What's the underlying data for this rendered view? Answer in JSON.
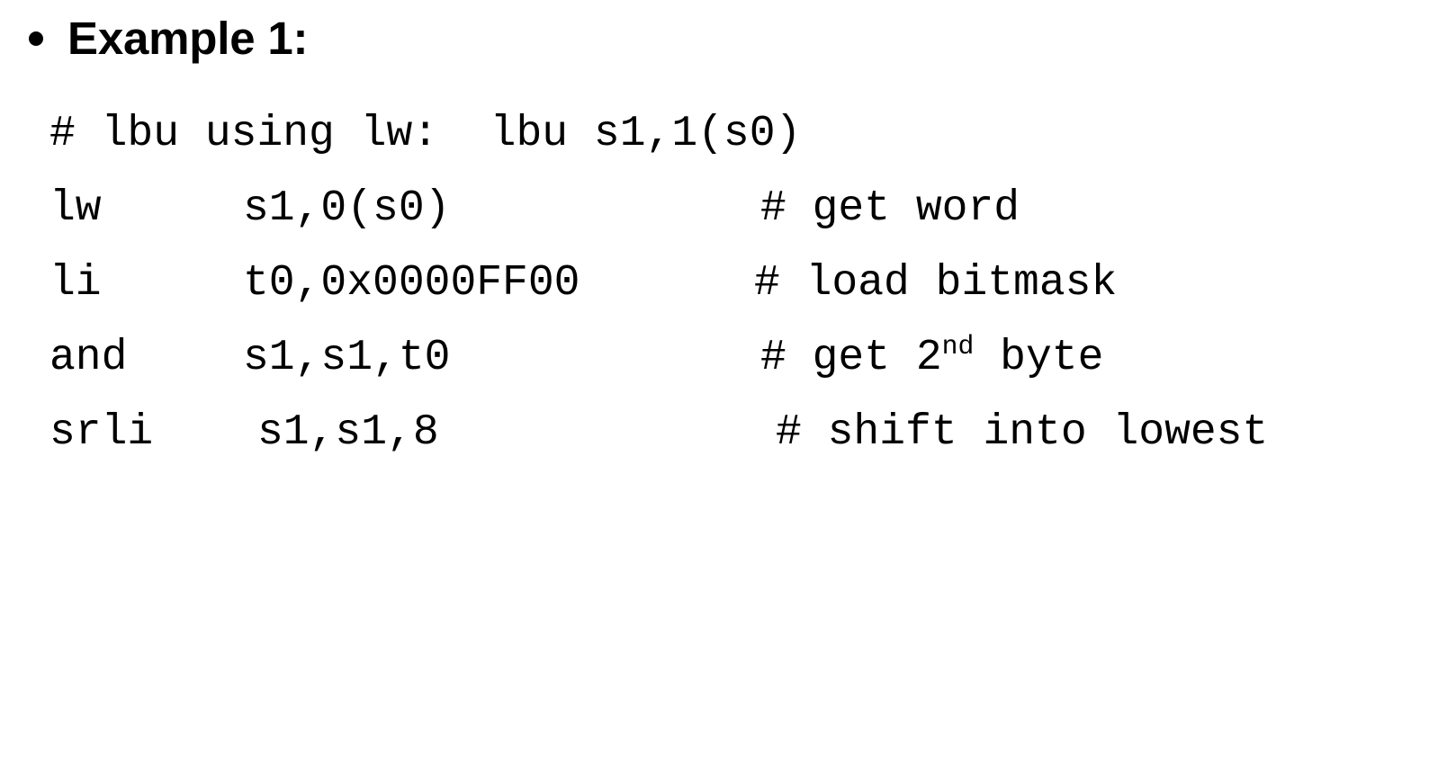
{
  "slide": {
    "heading": {
      "bullet_glyph": "•",
      "text": "Example 1:"
    },
    "code": {
      "language": "RISC-V assembly",
      "lines": [
        {
          "id": "comment-header",
          "kind": "comment",
          "full_text": "# lbu using lw:  lbu s1,1(s0)"
        },
        {
          "id": "lw-line",
          "kind": "instruction",
          "mnemonic": "lw",
          "operands": "s1,0(s0)",
          "comment": "# get word"
        },
        {
          "id": "li-line",
          "kind": "instruction",
          "mnemonic": "li",
          "operands": "t0,0x0000FF00",
          "comment": "# load bitmask"
        },
        {
          "id": "and-line",
          "kind": "instruction",
          "mnemonic": "and",
          "operands": "s1,s1,t0",
          "comment_prefix": "# get 2",
          "comment_sup": "nd",
          "comment_suffix": " byte"
        },
        {
          "id": "srli-line",
          "kind": "instruction",
          "mnemonic": "srli",
          "operands": "s1,s1,8",
          "comment": "# shift into lowest"
        }
      ]
    },
    "colors": {
      "background": "#ffffff",
      "text": "#000000"
    }
  }
}
